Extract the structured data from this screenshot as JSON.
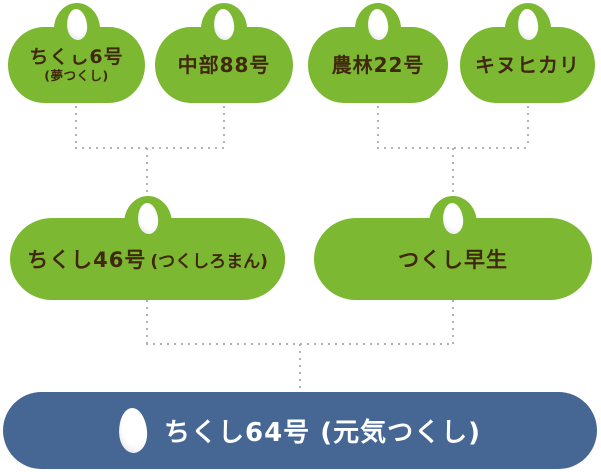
{
  "diagram": {
    "type": "pedigree-tree",
    "colors": {
      "node_green": "#7cb832",
      "node_text_brown": "#40280e",
      "result_blue": "#466794",
      "result_text": "#ffffff",
      "connector_gray": "#b2b2b2",
      "grain_white": "#ffffff"
    },
    "nodes": [
      {
        "id": "chikushi-6",
        "main": "ちくし6号",
        "sub": "(夢つくし)"
      },
      {
        "id": "chubu-88",
        "main": "中部88号"
      },
      {
        "id": "norin-22",
        "main": "農林22号"
      },
      {
        "id": "kinuhikari",
        "main": "キヌヒカリ"
      },
      {
        "id": "chikushi-46",
        "main": "ちくし46号",
        "sub": "(つくしろまん)"
      },
      {
        "id": "tsukushi-wase",
        "main": "つくし早生"
      },
      {
        "id": "chikushi-64",
        "main": "ちくし64号 (元気つくし)"
      }
    ]
  }
}
